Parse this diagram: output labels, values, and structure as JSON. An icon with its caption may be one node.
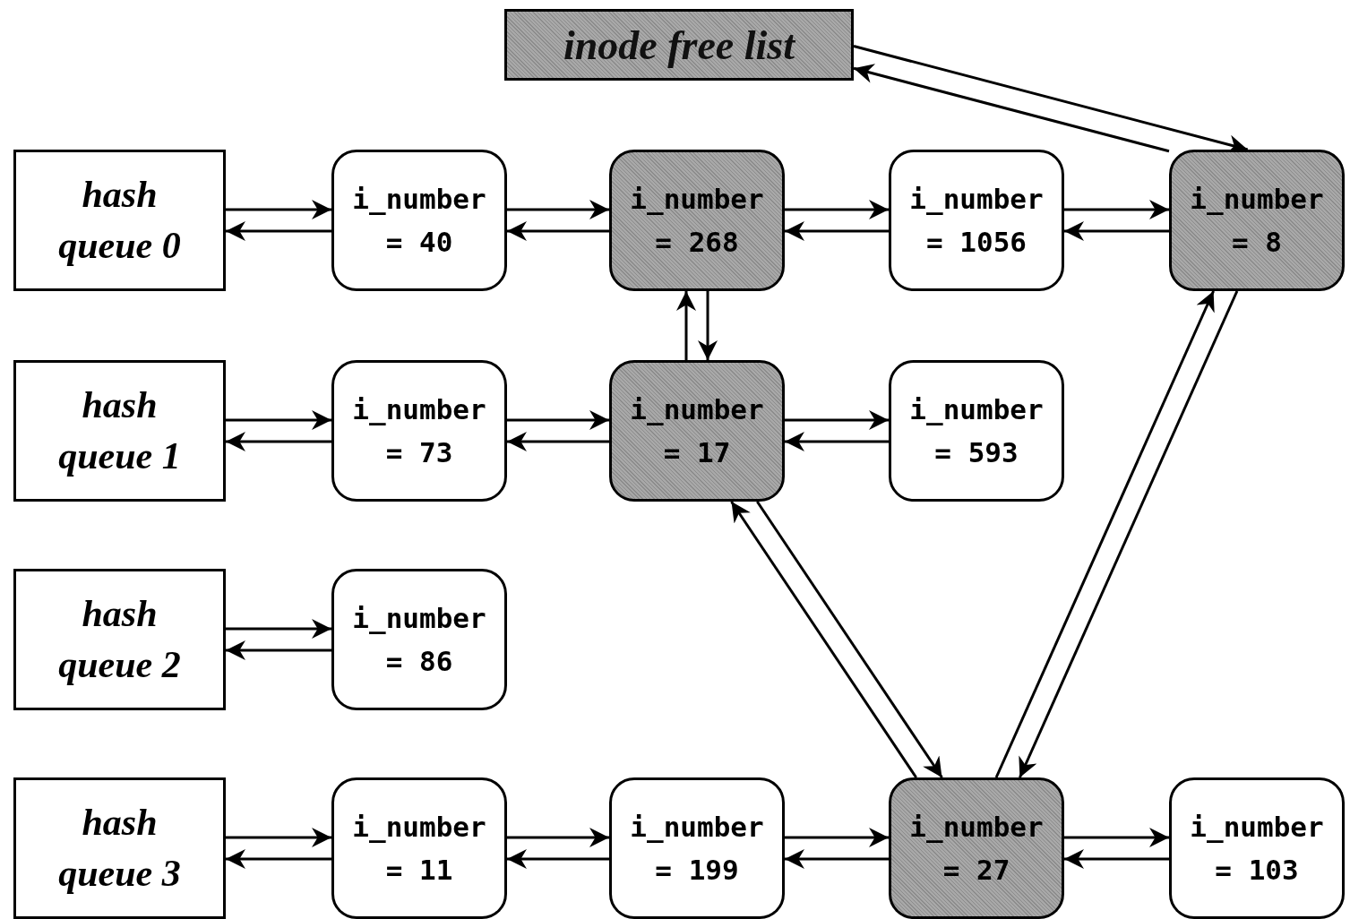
{
  "diagram": {
    "nodes": [
      {
        "text": [
          "inode free list"
        ]
      },
      {
        "text": [
          "hash queue 0"
        ]
      },
      {
        "text": [
          "i_number = 40"
        ]
      },
      {
        "text": [
          "i_number = 268"
        ]
      },
      {
        "text": [
          "i_number = 1056"
        ]
      },
      {
        "text": [
          "i_number = 8"
        ]
      },
      {
        "text": [
          "hash queue 1"
        ]
      },
      {
        "text": [
          "i_number = 73"
        ]
      },
      {
        "text": [
          "i_number = 17"
        ]
      },
      {
        "text": [
          "i_number = 593"
        ]
      },
      {
        "text": [
          "hash queue 2"
        ]
      },
      {
        "text": [
          "i_number = 86"
        ]
      },
      {
        "text": [
          "hash queue 3"
        ]
      },
      {
        "text": [
          "i_number = 11"
        ]
      },
      {
        "text": [
          "i_number = 199"
        ]
      },
      {
        "text": [
          "i_number = 27"
        ]
      },
      {
        "text": [
          "i_number = 103"
        ]
      }
    ],
    "edges": [
      {
        "from": 1,
        "to": 2,
        "arrow": "to"
      },
      {
        "from": 2,
        "to": 1,
        "arrow": "to"
      },
      {
        "from": 2,
        "to": 3,
        "arrow": "to"
      },
      {
        "from": 3,
        "to": 2,
        "arrow": "to"
      },
      {
        "from": 3,
        "to": 4,
        "arrow": "to"
      },
      {
        "from": 4,
        "to": 3,
        "arrow": "to"
      },
      {
        "from": 4,
        "to": 5,
        "arrow": "to"
      },
      {
        "from": 5,
        "to": 4,
        "arrow": "to"
      },
      {
        "from": 0,
        "to": 5,
        "arrow": "to"
      },
      {
        "from": 5,
        "to": 0,
        "arrow": "to"
      },
      {
        "from": 3,
        "to": 8,
        "arrow": "to"
      },
      {
        "from": 8,
        "to": 3,
        "arrow": "to"
      },
      {
        "from": 6,
        "to": 7,
        "arrow": "to"
      },
      {
        "from": 7,
        "to": 6,
        "arrow": "to"
      },
      {
        "from": 7,
        "to": 8,
        "arrow": "to"
      },
      {
        "from": 8,
        "to": 7,
        "arrow": "to"
      },
      {
        "from": 8,
        "to": 9,
        "arrow": "to"
      },
      {
        "from": 9,
        "to": 8,
        "arrow": "to"
      },
      {
        "from": 10,
        "to": 11,
        "arrow": "to"
      },
      {
        "from": 11,
        "to": 10,
        "arrow": "to"
      },
      {
        "from": 8,
        "to": 15,
        "arrow": "to"
      },
      {
        "from": 15,
        "to": 8,
        "arrow": "to"
      },
      {
        "from": 15,
        "to": 5,
        "arrow": "to"
      },
      {
        "from": 5,
        "to": 15,
        "arrow": "to"
      },
      {
        "from": 12,
        "to": 13,
        "arrow": "to"
      },
      {
        "from": 13,
        "to": 12,
        "arrow": "to"
      },
      {
        "from": 13,
        "to": 14,
        "arrow": "to"
      },
      {
        "from": 14,
        "to": 13,
        "arrow": "to"
      },
      {
        "from": 14,
        "to": 15,
        "arrow": "to"
      },
      {
        "from": 15,
        "to": 14,
        "arrow": "to"
      },
      {
        "from": 15,
        "to": 16,
        "arrow": "to"
      },
      {
        "from": 16,
        "to": 15,
        "arrow": "to"
      }
    ]
  }
}
